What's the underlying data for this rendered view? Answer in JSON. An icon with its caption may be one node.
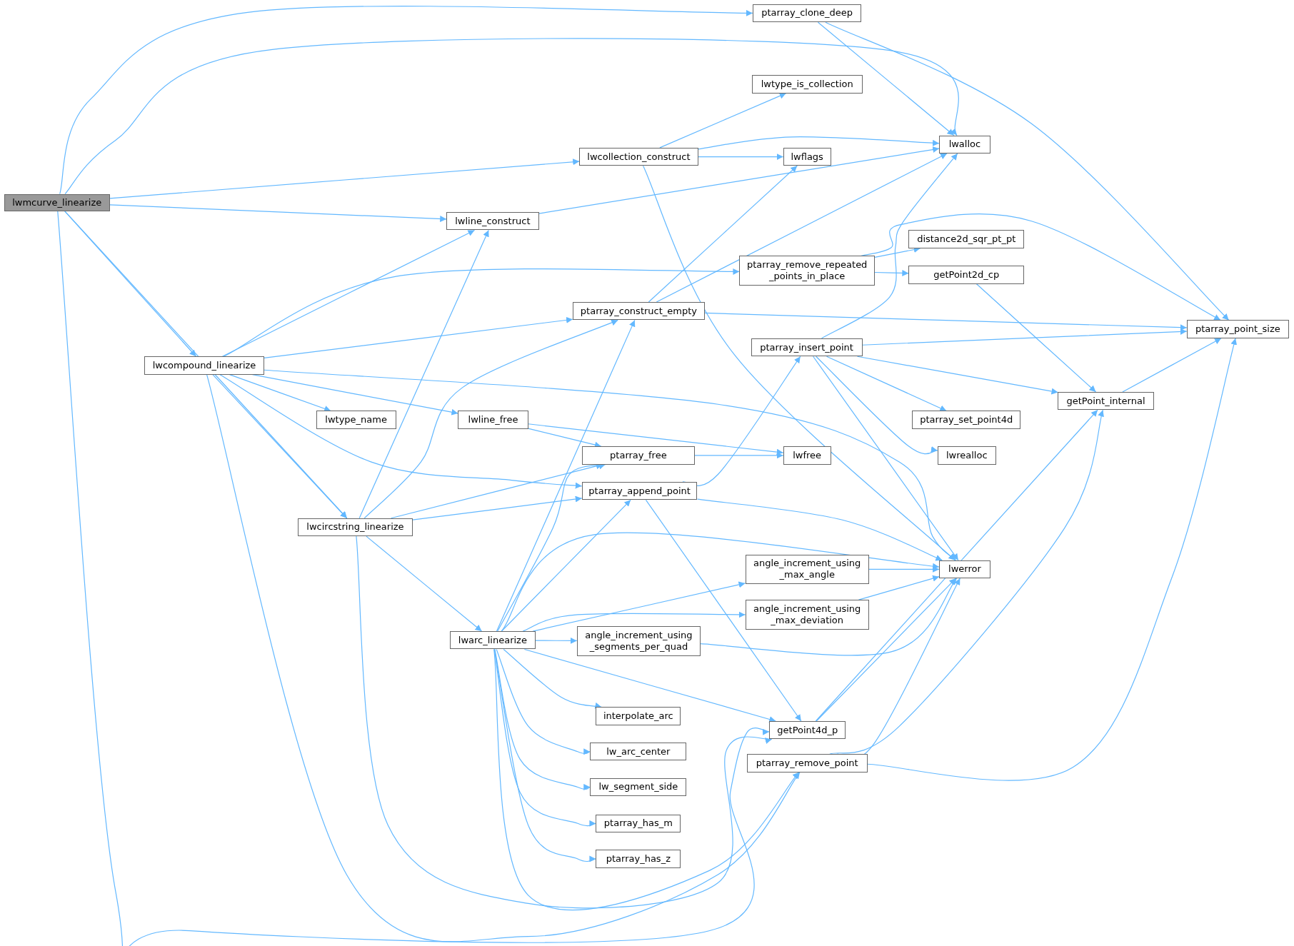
{
  "diagram": {
    "nodes": [
      {
        "text": [
          "lwmcurve_linearize"
        ]
      },
      {
        "text": [
          "ptarray_clone_deep"
        ]
      },
      {
        "text": [
          "lwalloc"
        ]
      },
      {
        "text": [
          "ptarray_point_size"
        ]
      },
      {
        "text": [
          "lwtype_is_collection"
        ]
      },
      {
        "text": [
          "lwcollection_construct"
        ]
      },
      {
        "text": [
          "lwflags"
        ]
      },
      {
        "text": [
          "lwline_construct"
        ]
      },
      {
        "text": [
          "ptarray_remove_repeated _points_in_place"
        ]
      },
      {
        "text": [
          "distance2d_sqr_pt_pt"
        ]
      },
      {
        "text": [
          "getPoint2d_cp"
        ]
      },
      {
        "text": [
          "ptarray_construct_empty"
        ]
      },
      {
        "text": [
          "ptarray_insert_point"
        ]
      },
      {
        "text": [
          "lwcompound_linearize"
        ]
      },
      {
        "text": [
          "lwtype_name"
        ]
      },
      {
        "text": [
          "lwline_free"
        ]
      },
      {
        "text": [
          "ptarray_free"
        ]
      },
      {
        "text": [
          "lwfree"
        ]
      },
      {
        "text": [
          "ptarray_set_point4d"
        ]
      },
      {
        "text": [
          "getPoint_internal"
        ]
      },
      {
        "text": [
          "lwrealloc"
        ]
      },
      {
        "text": [
          "ptarray_append_point"
        ]
      },
      {
        "text": [
          "lwcircstring_linearize"
        ]
      },
      {
        "text": [
          "lwerror"
        ]
      },
      {
        "text": [
          "angle_increment_using _max_angle"
        ]
      },
      {
        "text": [
          "angle_increment_using _max_deviation"
        ]
      },
      {
        "text": [
          "lwarc_linearize"
        ]
      },
      {
        "text": [
          "angle_increment_using _segments_per_quad"
        ]
      },
      {
        "text": [
          "interpolate_arc"
        ]
      },
      {
        "text": [
          "getPoint4d_p"
        ]
      },
      {
        "text": [
          "lw_arc_center"
        ]
      },
      {
        "text": [
          "ptarray_remove_point"
        ]
      },
      {
        "text": [
          "lw_segment_side"
        ]
      },
      {
        "text": [
          "ptarray_has_m"
        ]
      },
      {
        "text": [
          "ptarray_has_z"
        ]
      }
    ],
    "edges": [
      {
        "from": 0,
        "to": 1,
        "arrow": "to"
      },
      {
        "from": 0,
        "to": 2,
        "arrow": "to"
      },
      {
        "from": 0,
        "to": 5,
        "arrow": "to"
      },
      {
        "from": 0,
        "to": 7,
        "arrow": "to"
      },
      {
        "from": 0,
        "to": 13,
        "arrow": "to"
      },
      {
        "from": 0,
        "to": 22,
        "arrow": "to"
      },
      {
        "from": 0,
        "to": 29,
        "arrow": "to"
      },
      {
        "from": 1,
        "to": 2,
        "arrow": "to"
      },
      {
        "from": 1,
        "to": 3,
        "arrow": "to"
      },
      {
        "from": 5,
        "to": 4,
        "arrow": "to"
      },
      {
        "from": 5,
        "to": 2,
        "arrow": "to"
      },
      {
        "from": 5,
        "to": 6,
        "arrow": "to"
      },
      {
        "from": 5,
        "to": 23,
        "arrow": "to"
      },
      {
        "from": 7,
        "to": 2,
        "arrow": "to"
      },
      {
        "from": 8,
        "to": 9,
        "arrow": "to"
      },
      {
        "from": 8,
        "to": 10,
        "arrow": "to"
      },
      {
        "from": 8,
        "to": 3,
        "arrow": "to"
      },
      {
        "from": 10,
        "to": 19,
        "arrow": "to"
      },
      {
        "from": 11,
        "to": 6,
        "arrow": "to"
      },
      {
        "from": 11,
        "to": 2,
        "arrow": "to"
      },
      {
        "from": 11,
        "to": 3,
        "arrow": "to"
      },
      {
        "from": 12,
        "to": 2,
        "arrow": "to"
      },
      {
        "from": 12,
        "to": 3,
        "arrow": "to"
      },
      {
        "from": 12,
        "to": 19,
        "arrow": "to"
      },
      {
        "from": 12,
        "to": 18,
        "arrow": "to"
      },
      {
        "from": 12,
        "to": 20,
        "arrow": "to"
      },
      {
        "from": 12,
        "to": 23,
        "arrow": "to"
      },
      {
        "from": 13,
        "to": 7,
        "arrow": "to"
      },
      {
        "from": 13,
        "to": 8,
        "arrow": "to"
      },
      {
        "from": 13,
        "to": 11,
        "arrow": "to"
      },
      {
        "from": 13,
        "to": 23,
        "arrow": "to"
      },
      {
        "from": 13,
        "to": 14,
        "arrow": "to"
      },
      {
        "from": 13,
        "to": 15,
        "arrow": "to"
      },
      {
        "from": 13,
        "to": 21,
        "arrow": "to"
      },
      {
        "from": 13,
        "to": 22,
        "arrow": "to"
      },
      {
        "from": 13,
        "to": 31,
        "arrow": "to"
      },
      {
        "from": 15,
        "to": 16,
        "arrow": "to"
      },
      {
        "from": 15,
        "to": 17,
        "arrow": "to"
      },
      {
        "from": 16,
        "to": 17,
        "arrow": "to"
      },
      {
        "from": 19,
        "to": 3,
        "arrow": "to"
      },
      {
        "from": 21,
        "to": 12,
        "arrow": "to"
      },
      {
        "from": 21,
        "to": 23,
        "arrow": "to"
      },
      {
        "from": 21,
        "to": 29,
        "arrow": "to"
      },
      {
        "from": 22,
        "to": 7,
        "arrow": "to"
      },
      {
        "from": 22,
        "to": 11,
        "arrow": "to"
      },
      {
        "from": 22,
        "to": 16,
        "arrow": "to"
      },
      {
        "from": 22,
        "to": 21,
        "arrow": "to"
      },
      {
        "from": 22,
        "to": 26,
        "arrow": "to"
      },
      {
        "from": 22,
        "to": 29,
        "arrow": "to"
      },
      {
        "from": 26,
        "to": 11,
        "arrow": "to"
      },
      {
        "from": 26,
        "to": 16,
        "arrow": "to"
      },
      {
        "from": 26,
        "to": 21,
        "arrow": "to"
      },
      {
        "from": 26,
        "to": 23,
        "arrow": "to"
      },
      {
        "from": 26,
        "to": 24,
        "arrow": "to"
      },
      {
        "from": 26,
        "to": 25,
        "arrow": "to"
      },
      {
        "from": 26,
        "to": 27,
        "arrow": "to"
      },
      {
        "from": 26,
        "to": 28,
        "arrow": "to"
      },
      {
        "from": 26,
        "to": 30,
        "arrow": "to"
      },
      {
        "from": 26,
        "to": 32,
        "arrow": "to"
      },
      {
        "from": 26,
        "to": 33,
        "arrow": "to"
      },
      {
        "from": 26,
        "to": 34,
        "arrow": "to"
      },
      {
        "from": 26,
        "to": 29,
        "arrow": "to"
      },
      {
        "from": 26,
        "to": 31,
        "arrow": "to"
      },
      {
        "from": 24,
        "to": 23,
        "arrow": "to"
      },
      {
        "from": 25,
        "to": 23,
        "arrow": "to"
      },
      {
        "from": 27,
        "to": 23,
        "arrow": "to"
      },
      {
        "from": 29,
        "to": 23,
        "arrow": "to"
      },
      {
        "from": 29,
        "to": 19,
        "arrow": "to"
      },
      {
        "from": 31,
        "to": 23,
        "arrow": "to"
      },
      {
        "from": 31,
        "to": 19,
        "arrow": "to"
      },
      {
        "from": 31,
        "to": 3,
        "arrow": "to"
      }
    ]
  }
}
